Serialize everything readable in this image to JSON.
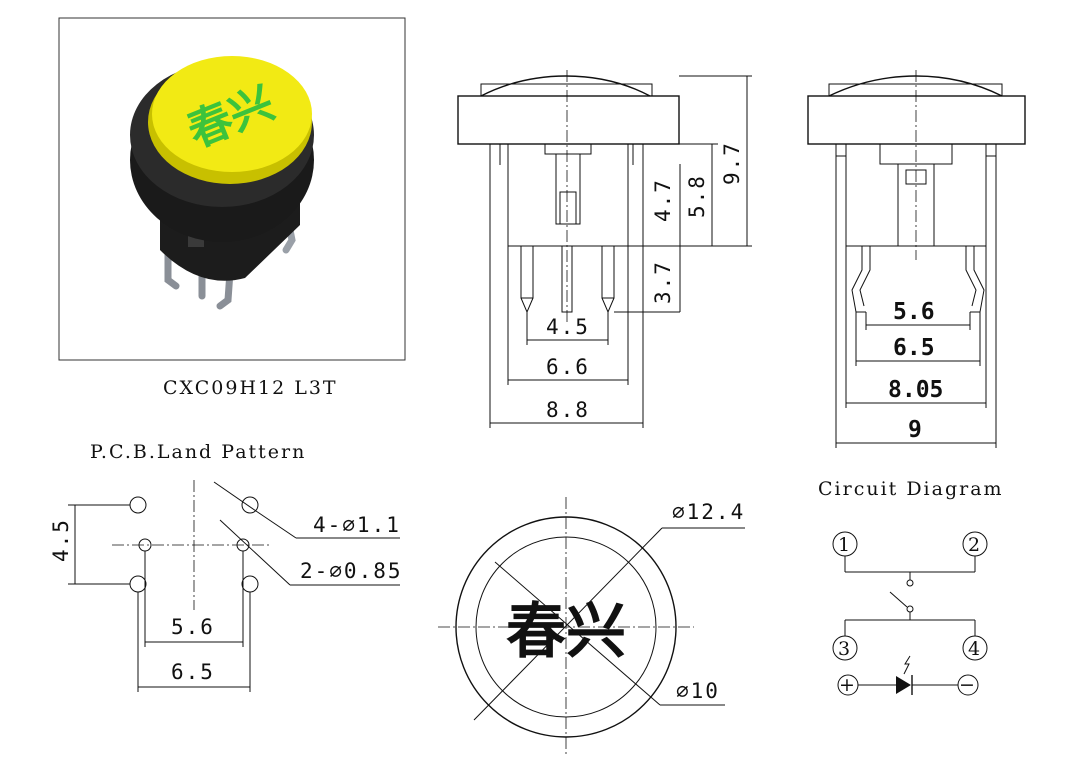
{
  "product": {
    "part_number": "CXC09H12 L3T",
    "brand_chars": "春兴",
    "cap_color": "#f2ea14",
    "text_green": "#3cc33c"
  },
  "pcb": {
    "title": "P.C.B.Land Pattern",
    "dim_vertical": "4.5",
    "dim_inner": "5.6",
    "dim_outer": "6.5",
    "holes_large": "4-∅1.1",
    "holes_small": "2-∅0.85"
  },
  "front_view": {
    "dim_4_7": "4.7",
    "dim_5_8": "5.8",
    "dim_9_7": "9.7",
    "dim_3_7": "3.7",
    "dim_4_5": "4.5",
    "dim_6_6": "6.6",
    "dim_8_8": "8.8"
  },
  "side_view": {
    "dim_5_6": "5.6",
    "dim_6_5": "6.5",
    "dim_8_05": "8.05",
    "dim_9": "9"
  },
  "top_view": {
    "dia_outer": "∅12.4",
    "dia_inner": "∅10"
  },
  "circuit": {
    "title": "Circuit Diagram",
    "pin1": "1",
    "pin2": "2",
    "pin3": "3",
    "pin4": "4",
    "plus": "+",
    "minus": "−"
  }
}
